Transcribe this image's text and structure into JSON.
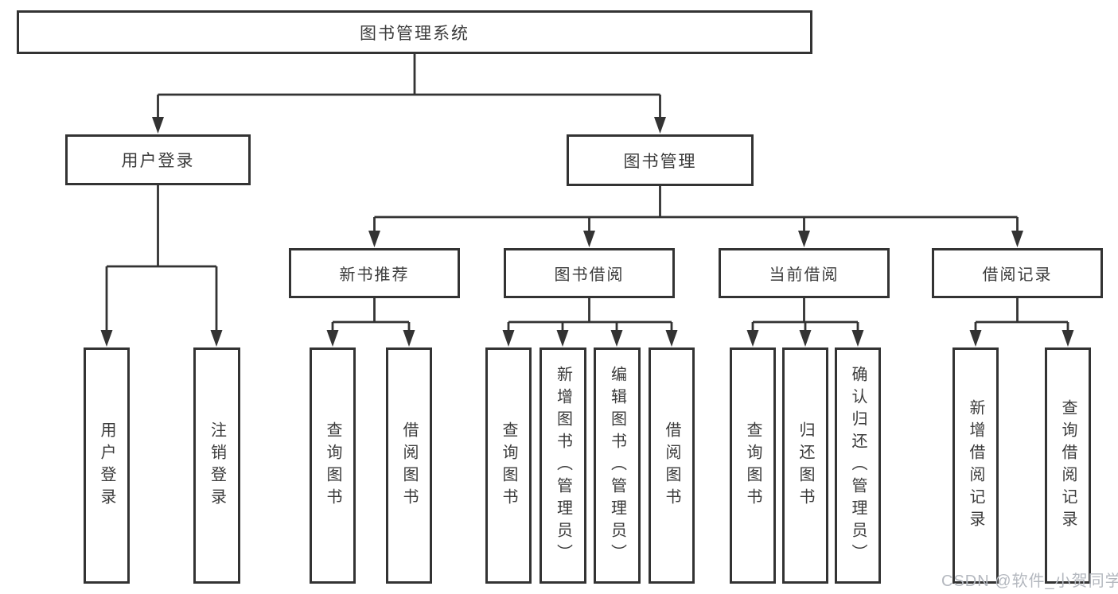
{
  "diagram_type": "hierarchy-diagram",
  "tree": {
    "root": {
      "label": "图书管理系统"
    },
    "branches": [
      {
        "label": "用户登录",
        "children": [
          {
            "label": "用户登录"
          },
          {
            "label": "注销登录"
          }
        ]
      },
      {
        "label": "图书管理",
        "children": [
          {
            "label": "新书推荐",
            "children": [
              {
                "label": "查询图书"
              },
              {
                "label": "借阅图书"
              }
            ]
          },
          {
            "label": "图书借阅",
            "children": [
              {
                "label": "查询图书"
              },
              {
                "label": "新增图书（管理员）"
              },
              {
                "label": "编辑图书（管理员）"
              },
              {
                "label": "借阅图书"
              }
            ]
          },
          {
            "label": "当前借阅",
            "children": [
              {
                "label": "查询图书"
              },
              {
                "label": "归还图书"
              },
              {
                "label": "确认归还（管理员）"
              }
            ]
          },
          {
            "label": "借阅记录",
            "children": [
              {
                "label": "新增借阅记录"
              },
              {
                "label": "查询借阅记录"
              }
            ]
          }
        ]
      }
    ]
  },
  "watermark": {
    "text": "CSDN @软件_小贺同学"
  },
  "colors": {
    "line": "#333333",
    "box_border": "#333333",
    "text": "#3b3b3b",
    "watermark": "#b4b8bf",
    "background": "#ffffff"
  }
}
